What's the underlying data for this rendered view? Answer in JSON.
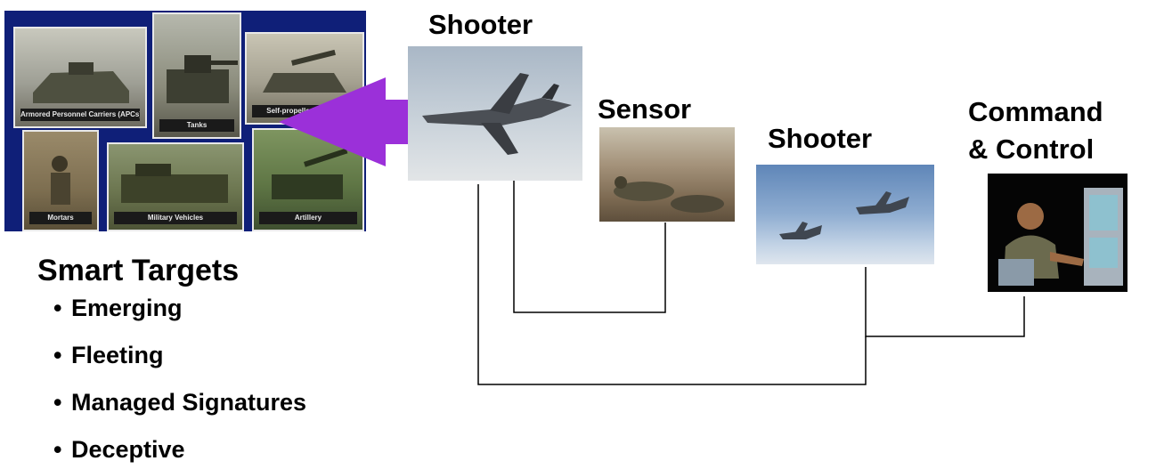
{
  "labels": {
    "shooter_top": "Shooter",
    "sensor": "Sensor",
    "shooter_mid": "Shooter",
    "command_line1": "Command",
    "command_line2": "& Control"
  },
  "smart_targets": {
    "title": "Smart Targets",
    "bullets": [
      "Emerging",
      "Fleeting",
      "Managed Signatures",
      "Deceptive"
    ]
  },
  "collage": {
    "captions": [
      "Armored Personnel Carriers (APCs)",
      "Tanks",
      "Self-propelled Artillery",
      "Mortars",
      "Military Vehicles",
      "Artillery"
    ]
  },
  "colors": {
    "arrow": "#9b30d9",
    "collage_bg": "#0f1f78",
    "connector": "#000000"
  },
  "icons": {
    "arrow": "purple-left-arrow",
    "shooter_top_photo": "fighter-jet-photo",
    "sensor_photo": "soldiers-prone-photo",
    "shooter_mid_photo": "two-fighter-jets-photo",
    "command_photo": "operator-at-console-photo"
  }
}
